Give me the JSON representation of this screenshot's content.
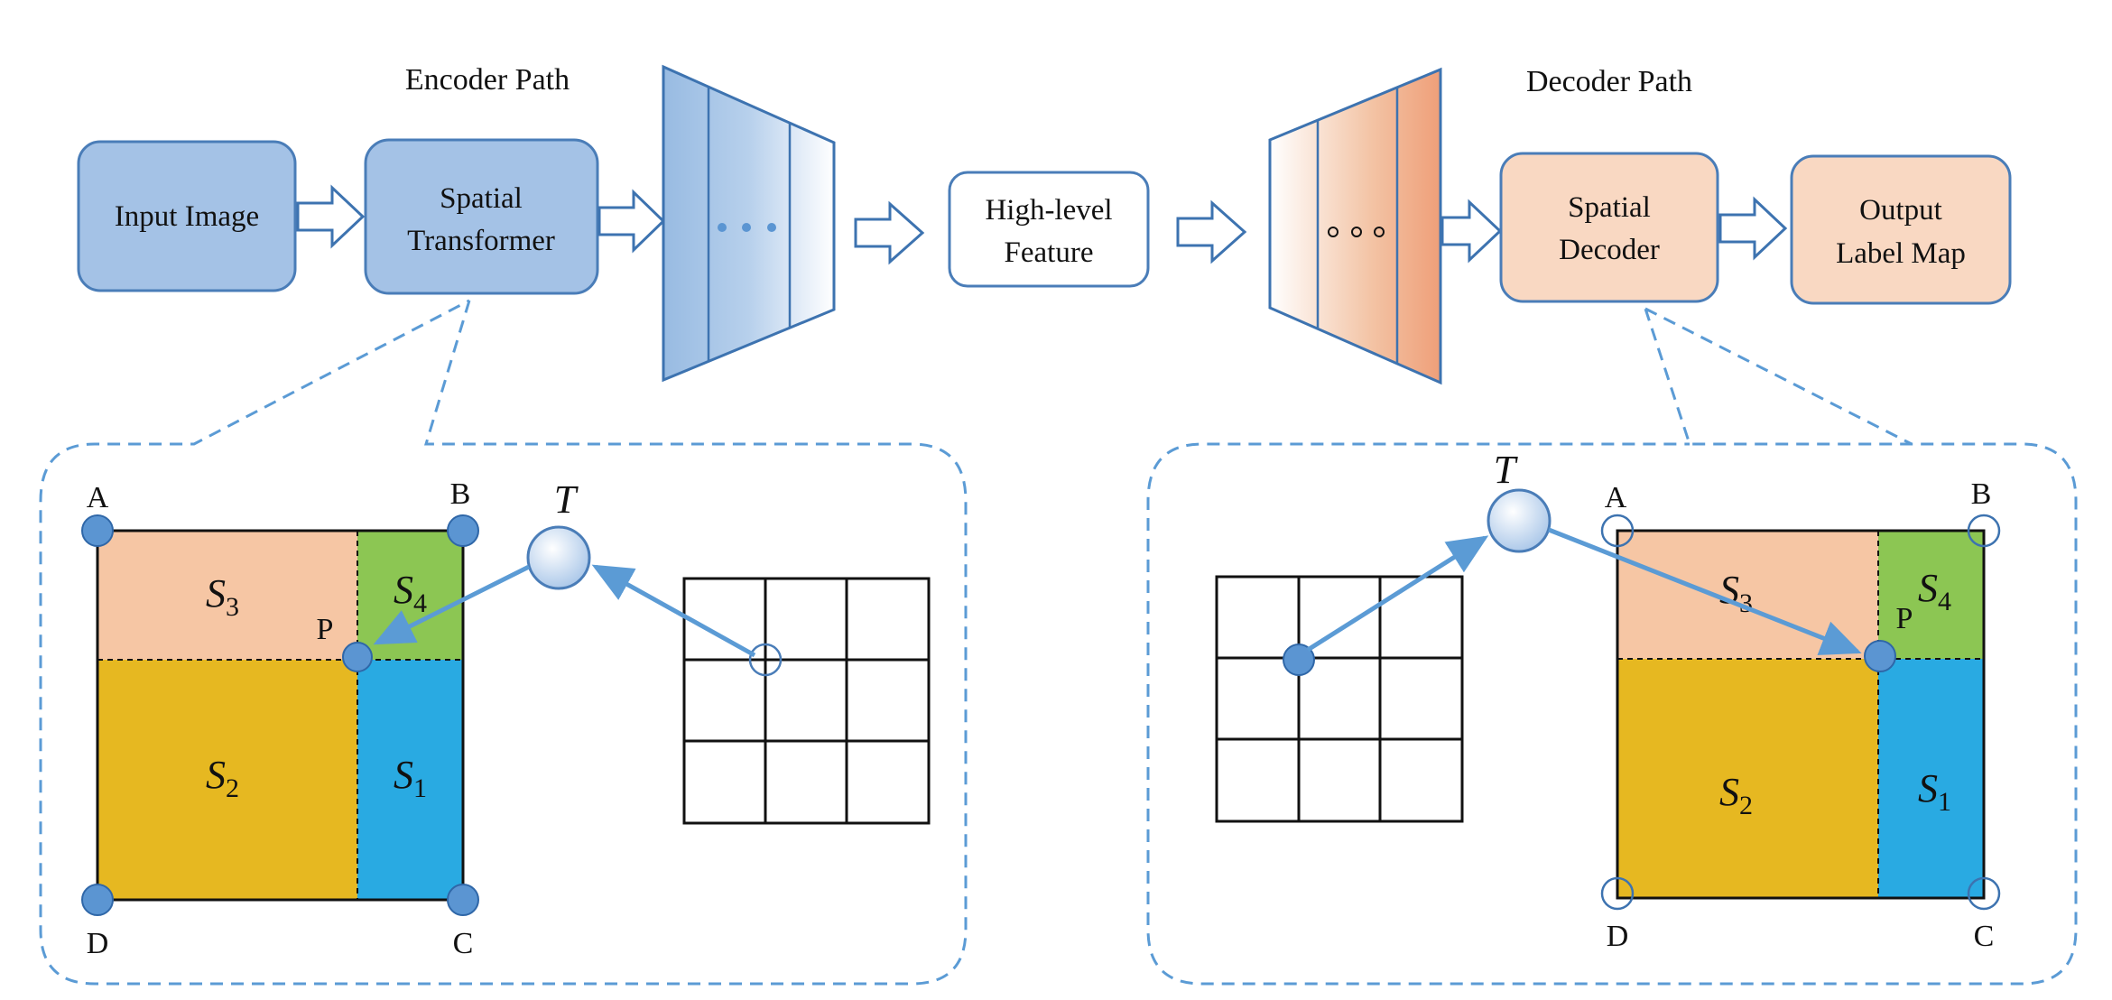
{
  "encoder": {
    "title": "Encoder Path",
    "input_box": "Input Image",
    "transformer_box": [
      "Spatial",
      "Transformer"
    ],
    "layers_dots": "• • •"
  },
  "middle": {
    "feature_box": [
      "High-level",
      "Feature"
    ]
  },
  "decoder": {
    "title": "Decoder Path",
    "decoder_box": [
      "Spatial",
      "Decoder"
    ],
    "output_box": [
      "Output",
      "Label Map"
    ],
    "layers_dots": "◦ ◦ ◦"
  },
  "detail_left": {
    "corners": {
      "a": "A",
      "b": "B",
      "c": "C",
      "d": "D"
    },
    "point": "P",
    "transform": "T",
    "regions": {
      "s3": {
        "base": "S",
        "sub": "3"
      },
      "s4": {
        "base": "S",
        "sub": "4"
      },
      "s2": {
        "base": "S",
        "sub": "2"
      },
      "s1": {
        "base": "S",
        "sub": "1"
      }
    }
  },
  "detail_right": {
    "corners": {
      "a": "A",
      "b": "B",
      "c": "C",
      "d": "D"
    },
    "point": "P",
    "transform": "T",
    "regions": {
      "s3": {
        "base": "S",
        "sub": "3"
      },
      "s4": {
        "base": "S",
        "sub": "4"
      },
      "s2": {
        "base": "S",
        "sub": "2"
      },
      "s1": {
        "base": "S",
        "sub": "1"
      }
    }
  },
  "colors": {
    "encoder_fill": "#a4c2e6",
    "encoder_stroke": "#4a7db8",
    "decoder_fill": "#f9d8c2",
    "decoder_stroke": "#4a7db8",
    "region_s3": "#f6c6a4",
    "region_s4": "#8cc653",
    "region_s2": "#e6b821",
    "region_s1": "#29aae2",
    "point_fill": "#5b95d2",
    "arrow": "#5b9bd5",
    "dash": "#5b9bd5"
  }
}
